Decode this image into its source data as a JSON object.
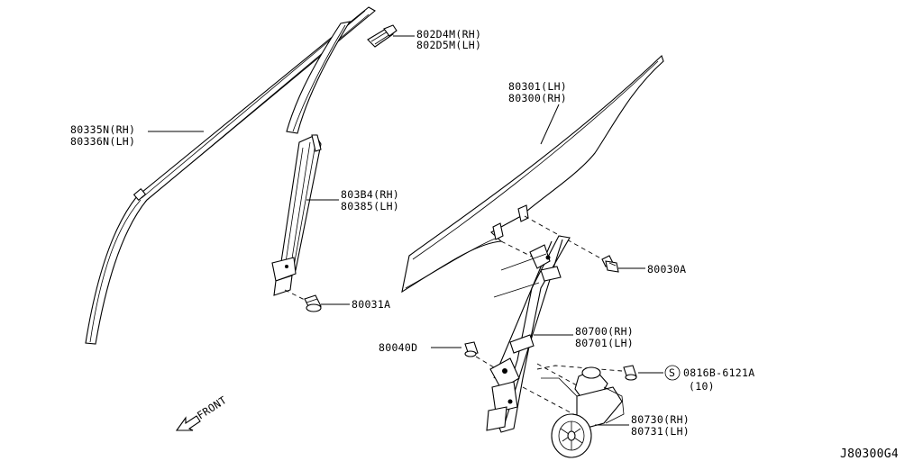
{
  "diagram_id": "J80300G4",
  "front_label": "FRONT",
  "callouts": {
    "c802d4": {
      "line1": "802D4M(RH)",
      "line2": "802D5M(LH)"
    },
    "c80335": {
      "line1": "80335N(RH)",
      "line2": "80336N(LH)"
    },
    "c80301": {
      "line1": "80301(LH)",
      "line2": "80300(RH)"
    },
    "c803b4": {
      "line1": "803B4(RH)",
      "line2": "80385(LH)"
    },
    "c80030a": {
      "line1": "80030A"
    },
    "c80031a": {
      "line1": "80031A"
    },
    "c80700": {
      "line1": "80700(RH)",
      "line2": "80701(LH)"
    },
    "c80040d": {
      "line1": "80040D"
    },
    "c08168": {
      "symbol": "S",
      "line1": "0816B-6121A",
      "line2": "(10)"
    },
    "c80730": {
      "line1": "80730(RH)",
      "line2": "80731(LH)"
    }
  }
}
